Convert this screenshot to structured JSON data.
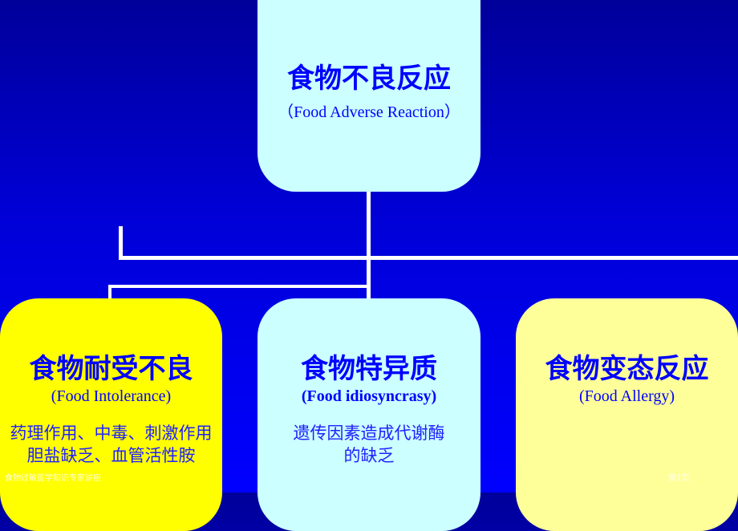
{
  "colors": {
    "top_box": "#ccffff",
    "tolerance_box": "#ffff00",
    "idio_box": "#ccffff",
    "allergy_box": "#ffff99",
    "text": "#0000ff"
  },
  "root": {
    "title": "食物不良反应",
    "subtitle": "（Food Adverse Reaction）"
  },
  "nodes": [
    {
      "title": "食物耐受不良",
      "subtitle": "(Food Intolerance)",
      "desc": [
        "药理作用、中毒、刺激作用",
        "胆盐缺乏、血管活性胺"
      ]
    },
    {
      "title": "食物特异质",
      "subtitle": "(Food idiosyncrasy)",
      "desc": [
        "遗传因素造成代谢酶",
        "的缺乏"
      ]
    },
    {
      "title": "食物变态反应",
      "subtitle": "(Food Allergy)",
      "desc": []
    }
  ],
  "footer": {
    "left": "食物过敏医学知识专家讲座",
    "right": "第1页"
  }
}
